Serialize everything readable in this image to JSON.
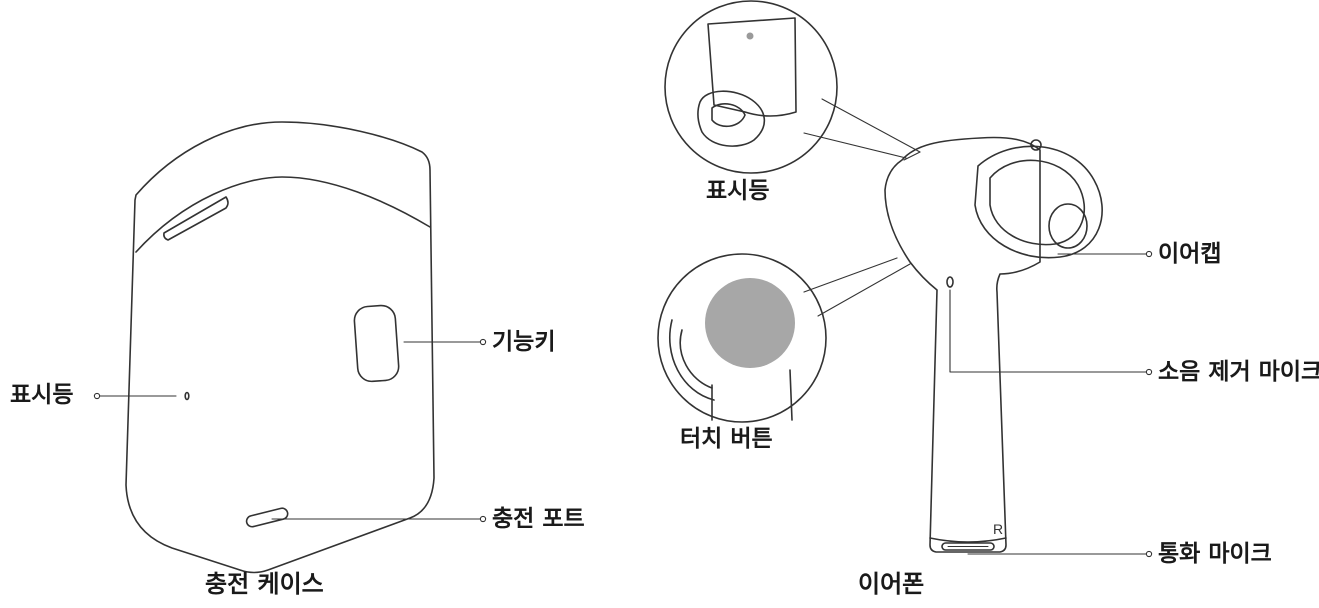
{
  "case": {
    "title": "충전 케이스",
    "labels": {
      "indicator": "표시등",
      "function_key": "기능키",
      "charging_port": "충전 포트"
    }
  },
  "earphone": {
    "title": "이어폰",
    "side_mark": "R",
    "labels": {
      "indicator": "표시등",
      "touch_button": "터치 버튼",
      "eartip": "이어캡",
      "noise_mic": "소음 제거 마이크",
      "call_mic": "통화 마이크"
    }
  },
  "colors": {
    "line": "#333333",
    "touch_button_fill": "#a7a7a7",
    "indicator_dot": "#9a9a9a"
  }
}
